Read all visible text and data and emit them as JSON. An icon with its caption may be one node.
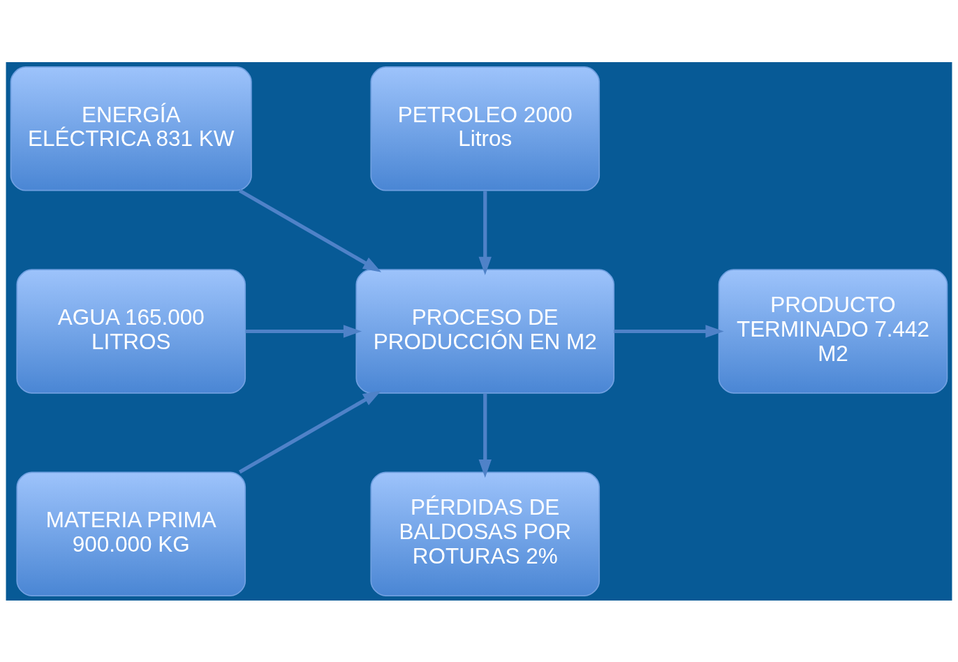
{
  "diagram": {
    "nodes": [
      {
        "text": [
          "ENERGÍA ELÉCTRICA 831 KW"
        ]
      },
      {
        "text": [
          "PETROLEO 2000 Litros"
        ]
      },
      {
        "text": [
          "AGUA 165.000 LITROS"
        ]
      },
      {
        "text": [
          "PROCESO DE PRODUCCIÓN EN M2"
        ]
      },
      {
        "text": [
          "PRODUCTO TERMINADO 7.442 M2"
        ]
      },
      {
        "text": [
          "MATERIA PRIMA 900.000 KG"
        ]
      },
      {
        "text": [
          "PÉRDIDAS DE BALDOSAS POR ROTURAS 2%"
        ]
      }
    ],
    "edges": [
      {
        "from": 0,
        "to": 3,
        "arrow": "to"
      },
      {
        "from": 1,
        "to": 3,
        "arrow": "to"
      },
      {
        "from": 2,
        "to": 3,
        "arrow": "to"
      },
      {
        "from": 3,
        "to": 4,
        "arrow": "to"
      },
      {
        "from": 5,
        "to": 3,
        "arrow": "to"
      },
      {
        "from": 3,
        "to": 6,
        "arrow": "to"
      }
    ]
  }
}
